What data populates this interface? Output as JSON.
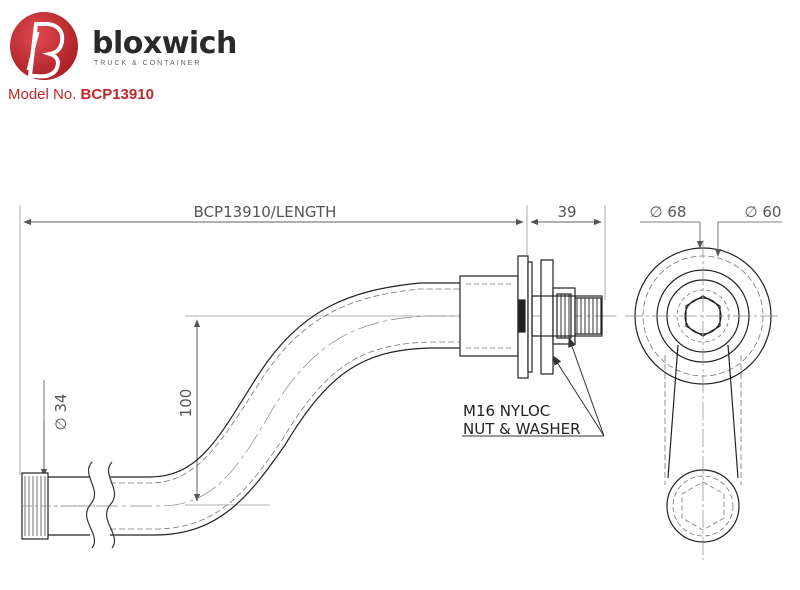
{
  "brand": {
    "name": "bloxwich",
    "tagline": "TRUCK & CONTAINER",
    "color": "#c0272d"
  },
  "model": {
    "label": "Model No.",
    "number": "BCP13910"
  },
  "dimensions": {
    "length": "BCP13910/LENGTH",
    "thread_length": "39",
    "outer_diameter": "∅ 68",
    "inner_diameter": "∅ 60",
    "bar_diameter": "∅ 34",
    "offset": "100"
  },
  "note": {
    "line1": "M16 NYLOC",
    "line2": "NUT & WASHER"
  }
}
